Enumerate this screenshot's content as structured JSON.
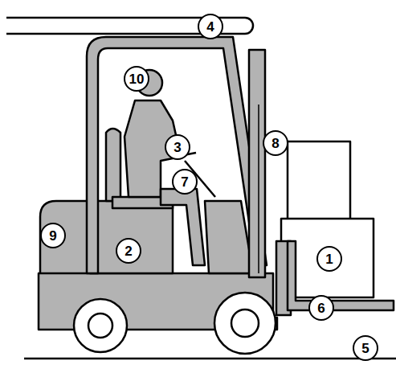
{
  "diagram": {
    "nodes": [
      {
        "text": [
          "4"
        ]
      },
      {
        "text": [
          "10"
        ]
      },
      {
        "text": [
          "3"
        ]
      },
      {
        "text": [
          "8"
        ]
      },
      {
        "text": [
          "7"
        ]
      },
      {
        "text": [
          "9"
        ]
      },
      {
        "text": [
          "2"
        ]
      },
      {
        "text": [
          "1"
        ]
      },
      {
        "text": [
          "6"
        ]
      },
      {
        "text": [
          "5"
        ]
      }
    ]
  }
}
